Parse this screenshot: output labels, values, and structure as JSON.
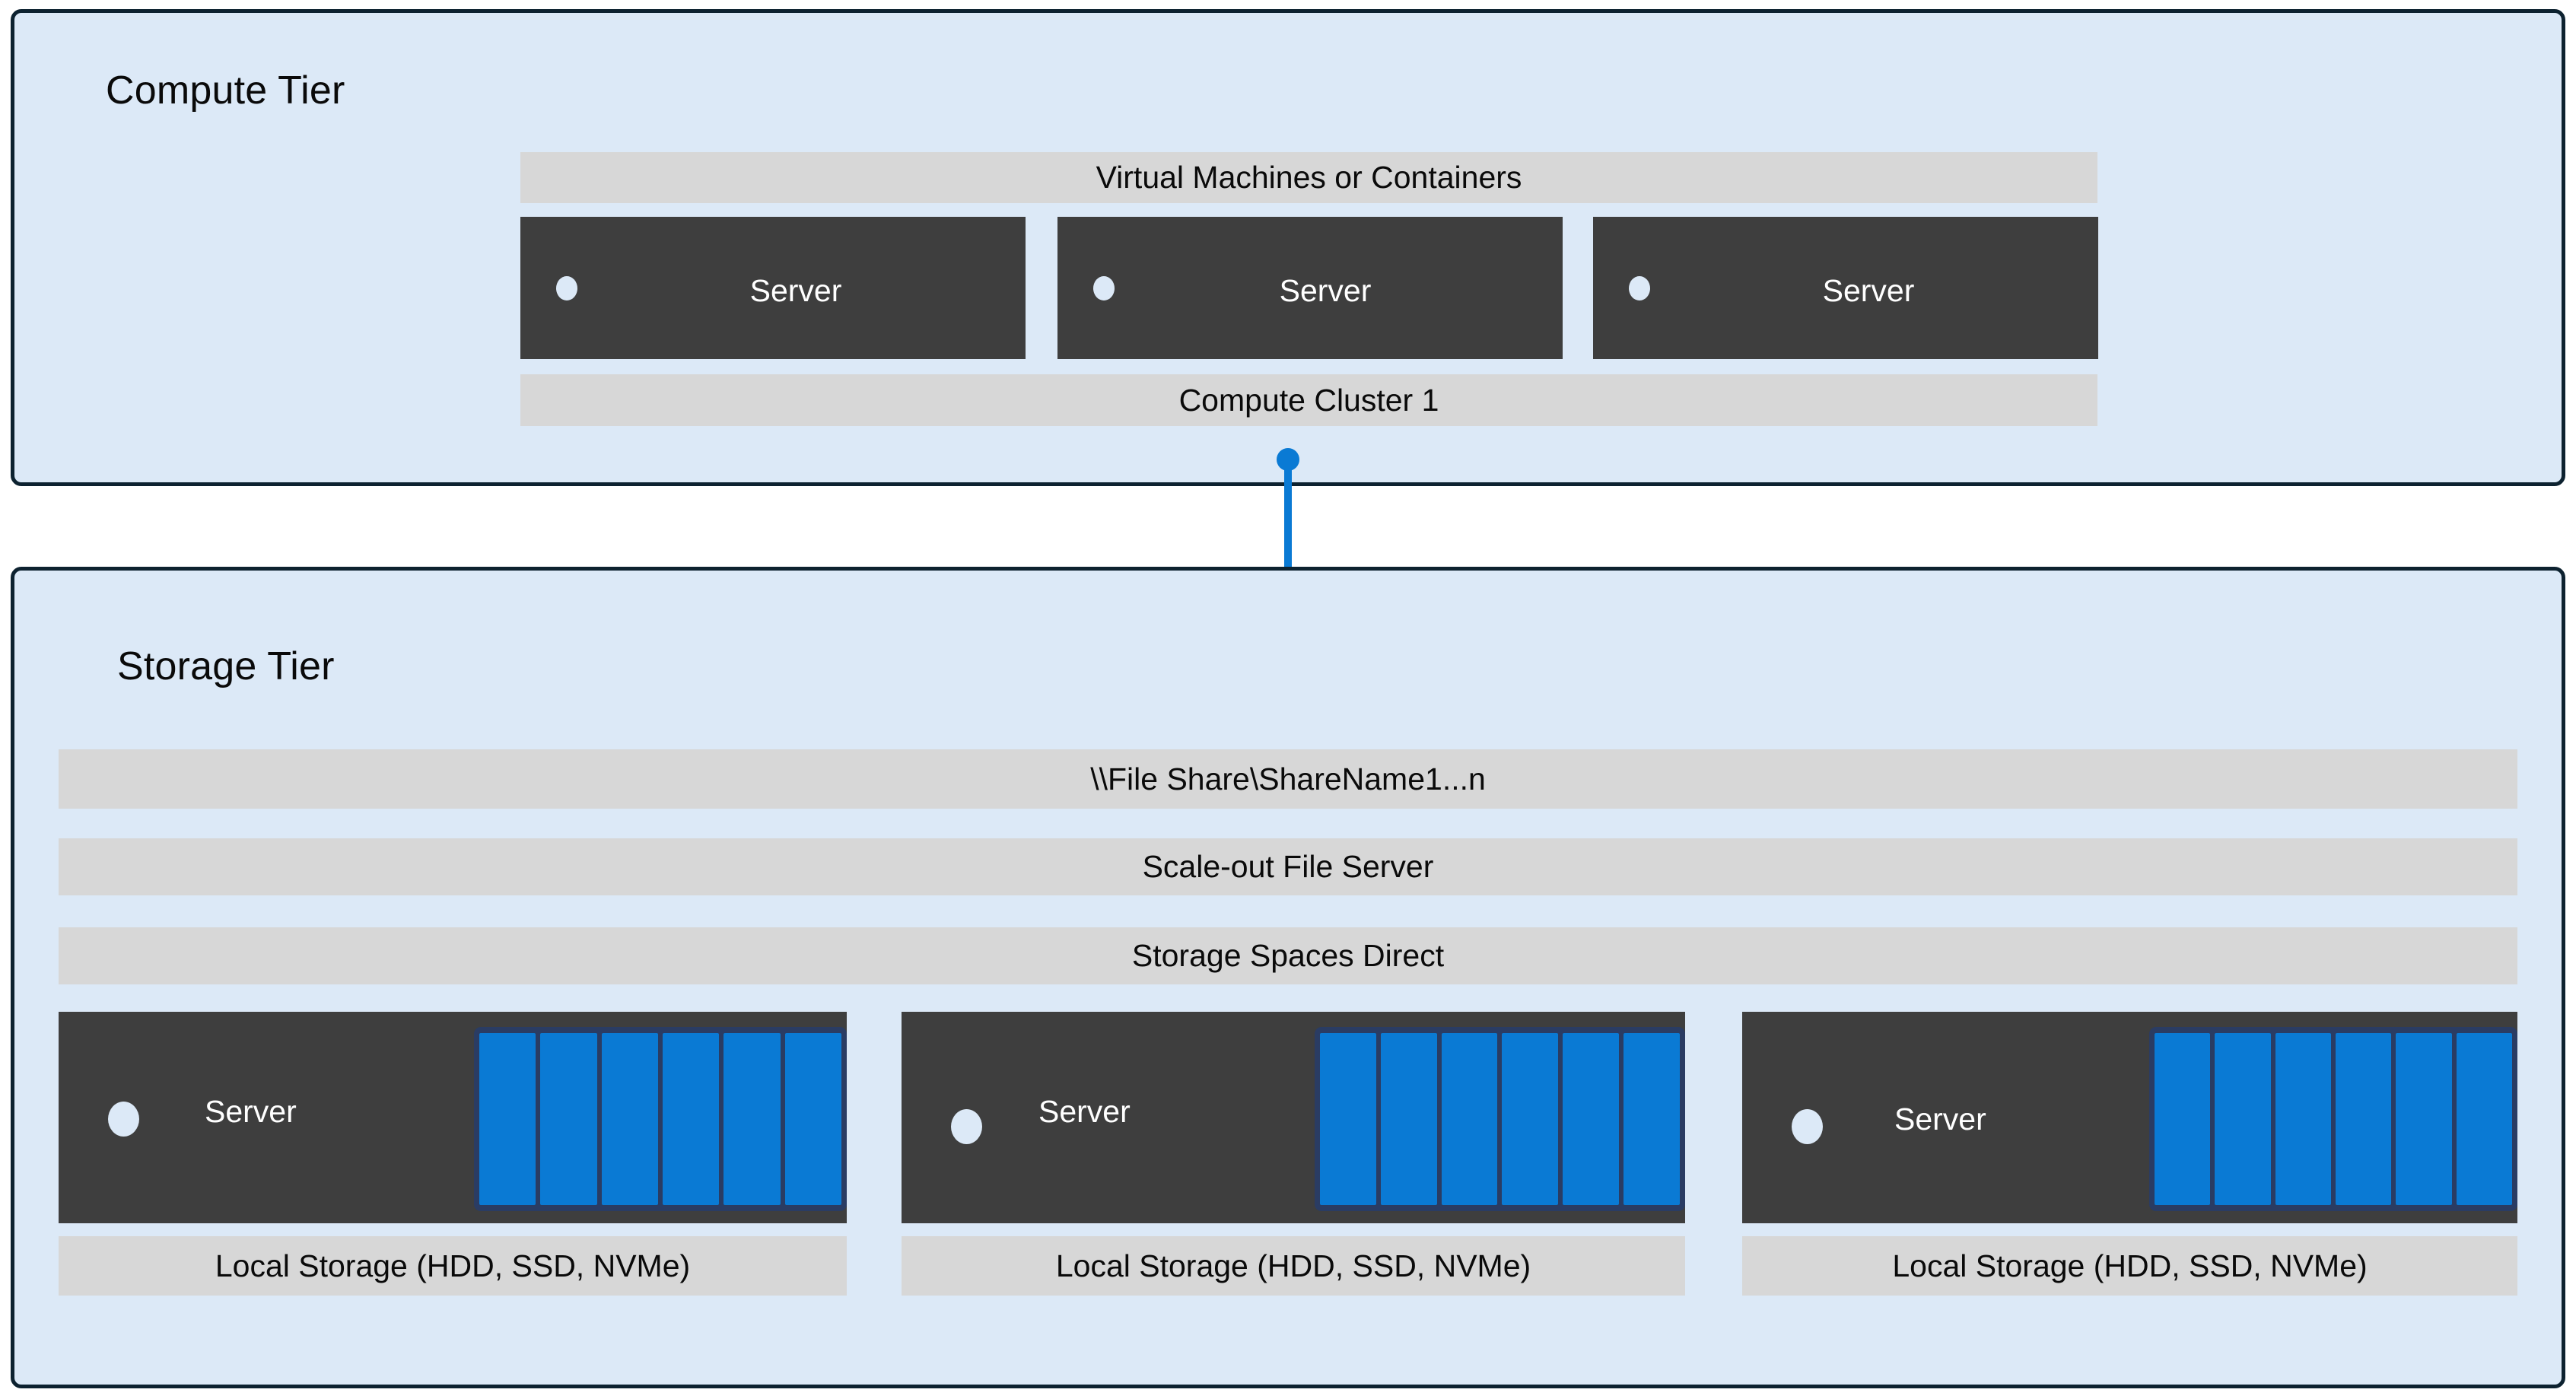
{
  "diagram": {
    "compute_tier": {
      "title": "Compute Tier",
      "top_bar_label": "Virtual Machines or Containers",
      "bottom_bar_label": "Compute Cluster 1",
      "servers": [
        {
          "label": "Server"
        },
        {
          "label": "Server"
        },
        {
          "label": "Server"
        }
      ]
    },
    "connector": {
      "icon": "folder-icon",
      "endpoint_top": "connector-dot-top",
      "endpoint_bottom": "connector-dot-bottom"
    },
    "storage_tier": {
      "title": "Storage Tier",
      "bars": [
        {
          "label": "\\\\File Share\\ShareName1...n"
        },
        {
          "label": "Scale-out File Server"
        },
        {
          "label": "Storage Spaces Direct"
        }
      ],
      "nodes": [
        {
          "label": "Server",
          "disk_count": 6,
          "local_storage_label": "Local Storage (HDD, SSD, NVMe)"
        },
        {
          "label": "Server",
          "disk_count": 6,
          "local_storage_label": "Local Storage (HDD, SSD, NVMe)"
        },
        {
          "label": "Server",
          "disk_count": 6,
          "local_storage_label": "Local Storage (HDD, SSD, NVMe)"
        }
      ]
    },
    "colors": {
      "tier_background": "#DCE9F7",
      "tier_border": "#0D2230",
      "gray_bar": "#D7D7D7",
      "server_box": "#3E3E3E",
      "accent_blue": "#0A7AD4",
      "disk_frame": "#2A3C63",
      "led": "#DCE9F7"
    }
  }
}
